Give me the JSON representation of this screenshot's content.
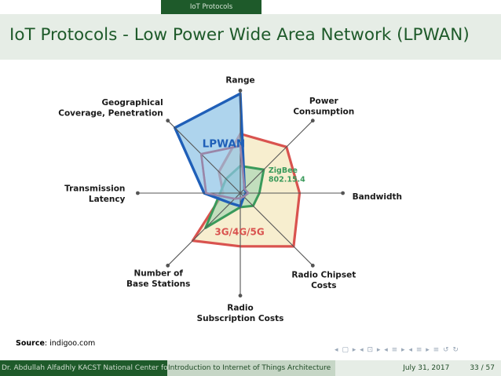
{
  "header": {
    "section": "IoT Protocols"
  },
  "slide": {
    "title": "IoT Protocols - Low Power Wide Area Network (LPWAN)"
  },
  "source": {
    "label": "Source",
    "text": ": indigoo.com"
  },
  "nav_icons": "◂ ▢ ▸ ◂ ⊡ ▸ ◂ ≡ ▸ ◂ ≡ ▸ ≡ ↺ ↻",
  "footer": {
    "author": "Dr. Abdullah Alfadhly  KACST  National Center for",
    "course": "Introduction to Internet of Things Architecture",
    "date": "July 31, 2017",
    "page": "33 / 57"
  },
  "colors": {
    "lpwan": "#1f5fb8",
    "lpwan_fill": "#8fc3e6",
    "cellular": "#d9534f",
    "cellular_fill": "#f6ecca",
    "zigbee": "#3a9a5b",
    "zigbee_fill": "#9fd3b0",
    "wifi": "#9a86a8",
    "axis": "#555555"
  },
  "chart_data": {
    "type": "radar",
    "axes": [
      "Range",
      "Power Consumption",
      "Bandwidth",
      "Radio Chipset Costs",
      "Radio Subscription Costs",
      "Number of Base Stations",
      "Transmission Latency",
      "Geographical Coverage, Penetration"
    ],
    "axis_labels": [
      [
        "Range"
      ],
      [
        "Power",
        "Consumption"
      ],
      [
        "Bandwidth"
      ],
      [
        "Radio Chipset",
        "Costs"
      ],
      [
        "Radio",
        "Subscription Costs"
      ],
      [
        "Number of",
        "Base Stations"
      ],
      [
        "Transmission",
        "Latency"
      ],
      [
        "Geographical",
        "Coverage, Penetration"
      ]
    ],
    "rmax": 1.0,
    "grid": false,
    "series": [
      {
        "name": "3G/4G/5G",
        "key": "cellular",
        "values": [
          0.59,
          0.65,
          0.59,
          0.75,
          0.53,
          0.67,
          0.17,
          0.3
        ]
      },
      {
        "name": "",
        "key": "wifi",
        "values": [
          0.47,
          0.06,
          0.08,
          0.05,
          0.05,
          0.08,
          0.34,
          0.55
        ]
      },
      {
        "name": "ZigBee 802.15.4",
        "key": "zigbee",
        "values": [
          0.27,
          0.33,
          0.19,
          0.18,
          0.14,
          0.49,
          0.2,
          0.2
        ]
      },
      {
        "name": "LPWAN",
        "key": "lpwan",
        "values": [
          0.99,
          0.06,
          0.06,
          0.05,
          0.13,
          0.14,
          0.36,
          0.92
        ]
      }
    ],
    "series_labels": {
      "lpwan": [
        "LPWAN"
      ],
      "cellular": [
        "3G/4G/5G"
      ],
      "zigbee": [
        "ZigBee",
        "802.15.4"
      ]
    }
  }
}
